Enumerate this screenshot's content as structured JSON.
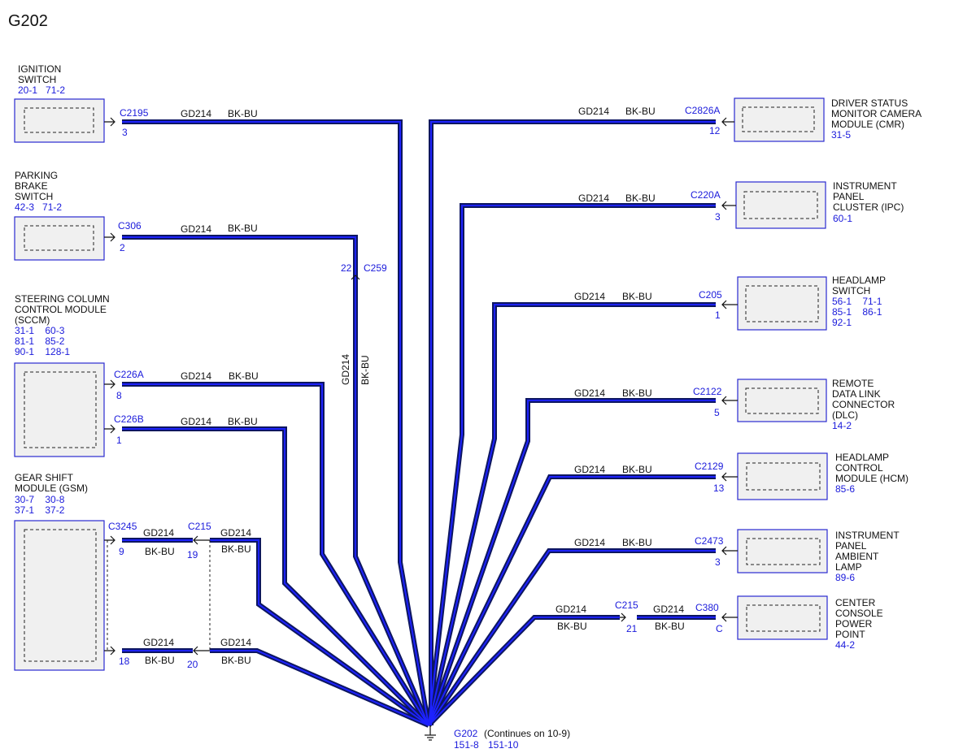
{
  "diagram": {
    "title": "G202",
    "ground": {
      "id": "G202",
      "note": "(Continues on 10-9)",
      "refs": [
        "151-8",
        "151-10"
      ]
    },
    "wire_circuit": "GD214",
    "wire_color": "BK-BU",
    "left_modules": [
      {
        "name": [
          "IGNITION",
          "SWITCH"
        ],
        "refs": [
          "20-1   71-2"
        ]
      },
      {
        "name": [
          "PARKING",
          "BRAKE",
          "SWITCH"
        ],
        "refs": [
          "42-3   71-2"
        ]
      },
      {
        "name": [
          "STEERING COLUMN",
          "CONTROL MODULE",
          "(SCCM)"
        ],
        "refs": [
          "31-1    60-3",
          "81-1    85-2",
          "90-1    128-1"
        ]
      },
      {
        "name": [
          "GEAR SHIFT",
          "MODULE (GSM)"
        ],
        "refs": [
          "30-7    30-8",
          "37-1    37-2"
        ]
      }
    ],
    "right_modules": [
      {
        "name": [
          "DRIVER STATUS",
          "MONITOR CAMERA",
          "MODULE (CMR)"
        ],
        "refs": [
          "31-5"
        ]
      },
      {
        "name": [
          "INSTRUMENT",
          "PANEL",
          "CLUSTER (IPC)"
        ],
        "refs": [
          "60-1"
        ]
      },
      {
        "name": [
          "HEADLAMP",
          "SWITCH"
        ],
        "refs": [
          "56-1    71-1",
          "85-1    86-1",
          "92-1"
        ]
      },
      {
        "name": [
          "REMOTE",
          "DATA LINK",
          "CONNECTOR",
          "(DLC)"
        ],
        "refs": [
          "14-2"
        ]
      },
      {
        "name": [
          "HEADLAMP",
          "CONTROL",
          "MODULE (HCM)"
        ],
        "refs": [
          "85-6"
        ]
      },
      {
        "name": [
          "INSTRUMENT",
          "PANEL",
          "AMBIENT",
          "LAMP"
        ],
        "refs": [
          "89-6"
        ]
      },
      {
        "name": [
          "CENTER",
          "CONSOLE",
          "POWER",
          "POINT"
        ],
        "refs": [
          "44-2"
        ]
      }
    ],
    "connectors": [
      {
        "id": "C2195",
        "pin": "3"
      },
      {
        "id": "C306",
        "pin": "2"
      },
      {
        "id": "C259",
        "pin": "22"
      },
      {
        "id": "C226A",
        "pin": "8"
      },
      {
        "id": "C226B",
        "pin": "1"
      },
      {
        "id": "C3245",
        "pin": "9"
      },
      {
        "id": "C3245",
        "pin": "18"
      },
      {
        "id": "C215",
        "pin": "19"
      },
      {
        "id": "C215",
        "pin": "20"
      },
      {
        "id": "C2826A",
        "pin": "12"
      },
      {
        "id": "C220A",
        "pin": "3"
      },
      {
        "id": "C205",
        "pin": "1"
      },
      {
        "id": "C2122",
        "pin": "5"
      },
      {
        "id": "C2129",
        "pin": "13"
      },
      {
        "id": "C2473",
        "pin": "3"
      },
      {
        "id": "C215",
        "pin": "21"
      },
      {
        "id": "C380",
        "pin": "C"
      }
    ],
    "colors": {
      "wire_core": "#0d1660",
      "wire_stripe": "#1d22ff",
      "ref_text": "#1a1adb",
      "box_fill": "#f0f0f0",
      "box_border": "#2a2ad0"
    }
  }
}
